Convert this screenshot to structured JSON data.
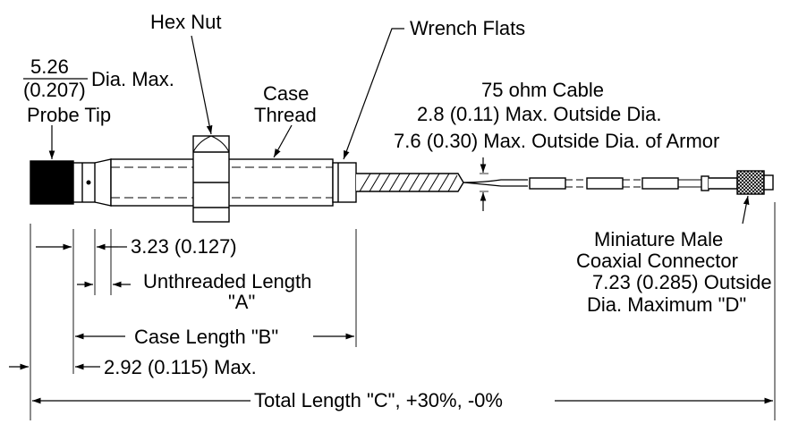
{
  "labels": {
    "hex_nut": "Hex Nut",
    "wrench_flats": "Wrench Flats",
    "probe_dia_mm": "5.26",
    "probe_dia_in": "(0.207)",
    "probe_dia_suffix": "Dia. Max.",
    "probe_tip": "Probe Tip",
    "case_thread_1": "Case",
    "case_thread_2": "Thread",
    "cable_1": "75 ohm Cable",
    "cable_2": "2.8 (0.11) Max. Outside Dia.",
    "cable_3": "7.6 (0.30) Max. Outside Dia. of Armor",
    "dim_3_23": "3.23 (0.127)",
    "unthreaded_1": "Unthreaded Length",
    "unthreaded_2": "\"A\"",
    "case_length": "Case Length \"B\"",
    "dim_2_92": "2.92 (0.115) Max.",
    "connector_1": "Miniature Male",
    "connector_2": "Coaxial Connector",
    "connector_3": "7.23 (0.285) Outside",
    "connector_4": "Dia. Maximum \"D\"",
    "total_length": "Total Length  \"C\", +30%, -0%"
  }
}
